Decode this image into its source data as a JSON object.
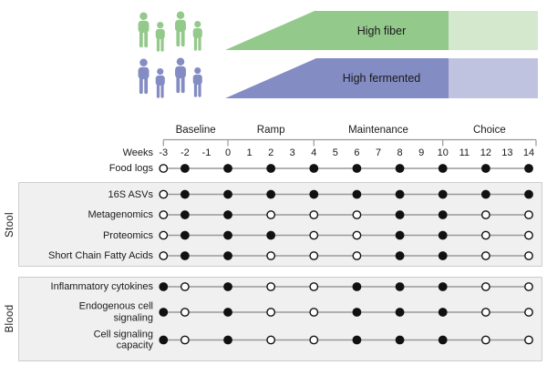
{
  "cohort": {
    "groups": [
      {
        "id": "high-fiber",
        "label": "High fiber",
        "people_count": 4,
        "color": "#93C98B",
        "color_light": "#D4E8CD"
      },
      {
        "id": "high-fermented",
        "label": "High fermented",
        "people_count": 4,
        "color": "#838CC3",
        "color_light": "#BFC3E0"
      }
    ]
  },
  "timeline": {
    "weeks_label": "Weeks",
    "week_ticks": [
      -3,
      -2,
      -1,
      0,
      1,
      2,
      3,
      4,
      5,
      6,
      7,
      8,
      9,
      10,
      11,
      12,
      13,
      14
    ],
    "phases": [
      {
        "label": "Baseline",
        "from_week": -3,
        "to_week": 0
      },
      {
        "label": "Ramp",
        "from_week": 0,
        "to_week": 4
      },
      {
        "label": "Maintenance",
        "from_week": 4,
        "to_week": 10
      },
      {
        "label": "Choice",
        "from_week": 10,
        "to_week": 14
      }
    ],
    "sample_weeks": [
      -3,
      -2,
      0,
      2,
      4,
      6,
      8,
      10,
      12,
      14
    ],
    "rows": [
      {
        "id": "food_logs",
        "label": "Food logs",
        "panel": null,
        "pattern": [
          "open",
          "filled",
          "filled",
          "filled",
          "filled",
          "filled",
          "filled",
          "filled",
          "filled",
          "filled"
        ]
      },
      {
        "id": "asvs_16s",
        "label": "16S ASVs",
        "panel": "stool",
        "pattern": [
          "open",
          "filled",
          "filled",
          "filled",
          "filled",
          "filled",
          "filled",
          "filled",
          "filled",
          "filled"
        ]
      },
      {
        "id": "metagenomics",
        "label": "Metagenomics",
        "panel": "stool",
        "pattern": [
          "open",
          "filled",
          "filled",
          "open",
          "open",
          "open",
          "filled",
          "filled",
          "open",
          "open"
        ]
      },
      {
        "id": "proteomics",
        "label": "Proteomics",
        "panel": "stool",
        "pattern": [
          "open",
          "filled",
          "filled",
          "filled",
          "open",
          "open",
          "filled",
          "filled",
          "open",
          "open"
        ]
      },
      {
        "id": "scfa",
        "label": "Short Chain Fatty Acids",
        "panel": "stool",
        "pattern": [
          "open",
          "filled",
          "filled",
          "open",
          "open",
          "open",
          "filled",
          "filled",
          "open",
          "open"
        ]
      },
      {
        "id": "cytokines",
        "label": "Inflammatory cytokines",
        "panel": "blood",
        "pattern": [
          "filled",
          "open",
          "filled",
          "open",
          "open",
          "filled",
          "filled",
          "filled",
          "open",
          "open"
        ]
      },
      {
        "id": "endogenous",
        "label": "Endogenous cell\nsignaling",
        "panel": "blood",
        "pattern": [
          "filled",
          "open",
          "filled",
          "open",
          "open",
          "filled",
          "filled",
          "filled",
          "open",
          "open"
        ]
      },
      {
        "id": "capacity",
        "label": "Cell signaling\ncapacity",
        "panel": "blood",
        "pattern": [
          "filled",
          "open",
          "filled",
          "open",
          "open",
          "filled",
          "filled",
          "filled",
          "open",
          "open"
        ]
      }
    ],
    "panels": [
      {
        "id": "stool",
        "label": "Stool"
      },
      {
        "id": "blood",
        "label": "Blood"
      }
    ]
  },
  "colors": {
    "dot_filled": "#111111",
    "dot_open_stroke": "#111111",
    "connector_line": "#999999",
    "bracket_line": "#999999",
    "panel_background": "#F0F0F0",
    "panel_border": "#CCCCCC"
  }
}
